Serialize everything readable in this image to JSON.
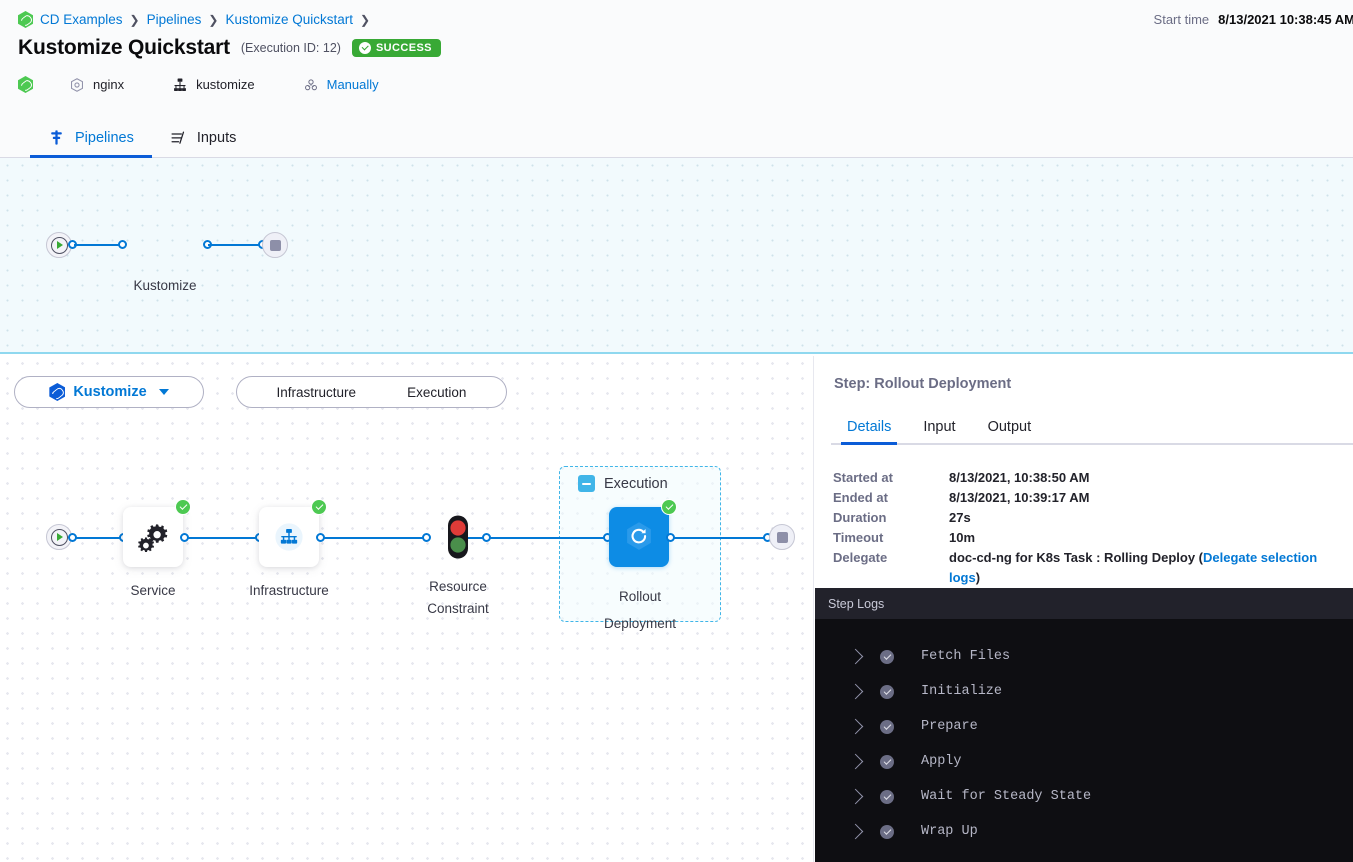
{
  "header": {
    "breadcrumb": [
      {
        "label": "CD Examples",
        "icon": "harness-hex-icon"
      },
      {
        "label": "Pipelines"
      },
      {
        "label": "Kustomize Quickstart"
      }
    ],
    "title": "Kustomize Quickstart",
    "execution_id": "(Execution ID: 12)",
    "status": "SUCCESS",
    "status_color": "#38a935",
    "meta": {
      "service": "nginx",
      "manifest": "kustomize",
      "trigger": "Manually"
    },
    "start_time_label": "Start time",
    "start_time_value": "8/13/2021 10:38:45 AM"
  },
  "tabs": [
    {
      "label": "Pipelines",
      "icon": "pipeline-icon",
      "active": true
    },
    {
      "label": "Inputs",
      "icon": "inputs-icon",
      "active": false
    }
  ],
  "pipeline_overview": {
    "start_node": "start-icon",
    "stage": {
      "label": "Kustomize",
      "icon": "harness-hex-icon",
      "status": "success"
    },
    "end_node": "stop-icon"
  },
  "stage_selector": {
    "stage_label": "Kustomize",
    "segments": [
      "Infrastructure",
      "Execution"
    ]
  },
  "execution_graph": {
    "nodes": [
      {
        "label": "Service",
        "icon": "cogs-icon",
        "status": "success"
      },
      {
        "label": "Infrastructure",
        "icon": "infrastructure-icon",
        "status": "success"
      },
      {
        "label": "Resource\nConstraint",
        "icon": "traffic-light-icon",
        "status": "none"
      },
      {
        "label": "Rollout\nDeployment",
        "icon": "rollout-icon",
        "status": "success"
      }
    ],
    "group": {
      "label": "Execution",
      "collapse_icon": "minus-icon"
    }
  },
  "right_panel": {
    "title": "Step: Rollout Deployment",
    "tabs": [
      {
        "label": "Details",
        "active": true
      },
      {
        "label": "Input",
        "active": false
      },
      {
        "label": "Output",
        "active": false
      }
    ],
    "details": [
      {
        "key": "Started at",
        "value": "8/13/2021, 10:38:50 AM"
      },
      {
        "key": "Ended at",
        "value": "8/13/2021, 10:39:17 AM"
      },
      {
        "key": "Duration",
        "value": "27s"
      },
      {
        "key": "Timeout",
        "value": "10m"
      },
      {
        "key": "Delegate",
        "value": "doc-cd-ng for K8s Task : Rolling Deploy (",
        "link": "Delegate selection logs",
        "value_suffix": ")"
      }
    ]
  },
  "logs": {
    "header": "Step Logs",
    "rows": [
      {
        "label": "Fetch Files",
        "status": "success"
      },
      {
        "label": "Initialize",
        "status": "success"
      },
      {
        "label": "Prepare",
        "status": "success"
      },
      {
        "label": "Apply",
        "status": "success"
      },
      {
        "label": "Wait for Steady State",
        "status": "success"
      },
      {
        "label": "Wrap Up",
        "status": "success"
      }
    ]
  }
}
